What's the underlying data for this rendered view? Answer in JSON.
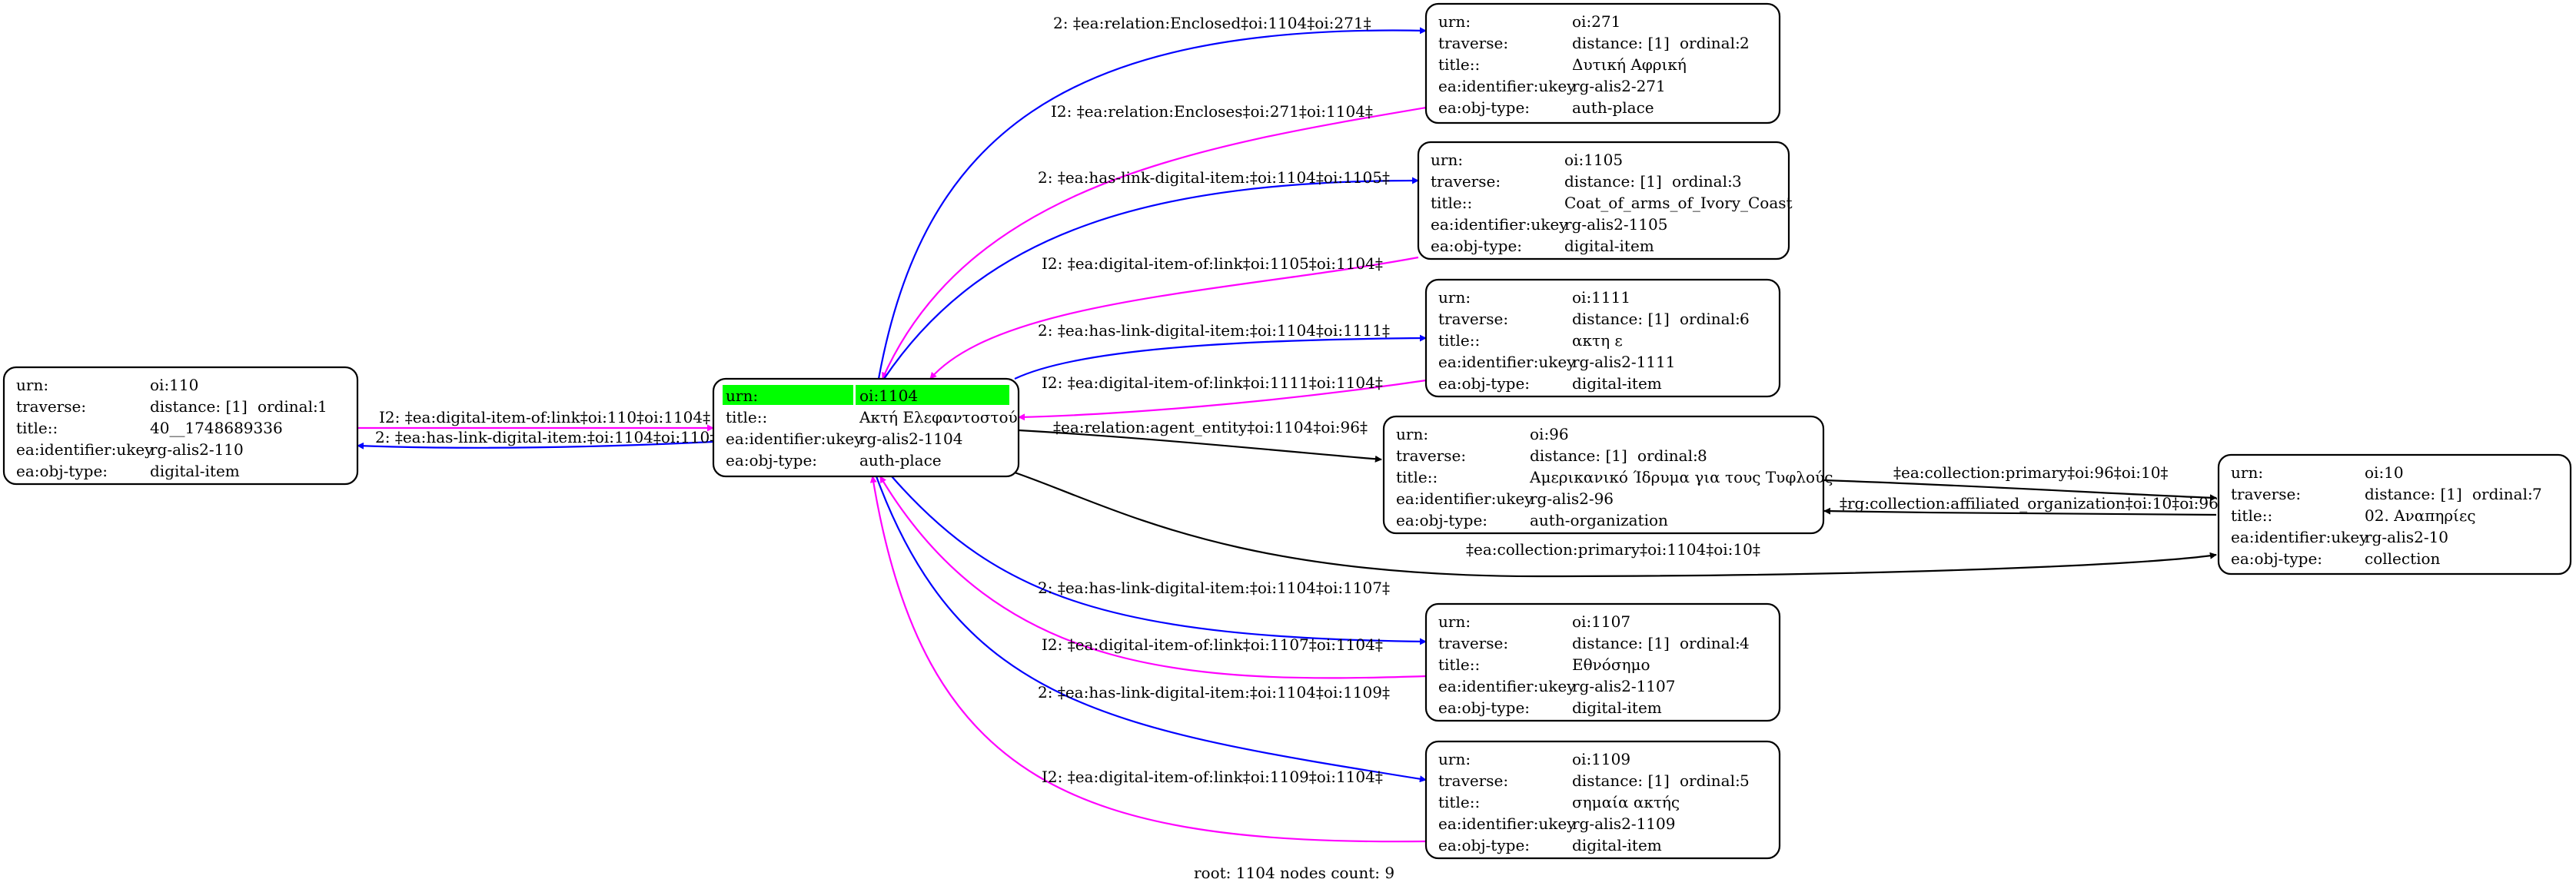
{
  "field_labels": {
    "urn": "urn:",
    "traverse": "traverse:",
    "title": "title::",
    "ukey": "ea:identifier:ukey",
    "objtype": "ea:obj-type:",
    "distance": "distance: [1]",
    "ordinal_prefix": "ordinal:"
  },
  "colors": {
    "forward_edge": "#0000ff",
    "inverse_edge": "#ff00ff",
    "relation_edge": "#000000",
    "root_highlight": "#00ff00"
  },
  "nodes": {
    "n110": {
      "urn": "oi:110",
      "ordinal": "1",
      "title": "40__1748689336",
      "ukey": "rg-alis2-110",
      "objtype": "digital-item"
    },
    "n1104": {
      "urn": "oi:1104",
      "title": "Ακτή Ελεφαντοστού",
      "ukey": "rg-alis2-1104",
      "objtype": "auth-place",
      "root": true
    },
    "n271": {
      "urn": "oi:271",
      "ordinal": "2",
      "title": "Δυτική Αφρική",
      "ukey": "rg-alis2-271",
      "objtype": "auth-place"
    },
    "n1105": {
      "urn": "oi:1105",
      "ordinal": "3",
      "title": "Coat_of_arms_of_Ivory_Coast",
      "ukey": "rg-alis2-1105",
      "objtype": "digital-item"
    },
    "n1111": {
      "urn": "oi:1111",
      "ordinal": "6",
      "title": "ακτη ε",
      "ukey": "rg-alis2-1111",
      "objtype": "digital-item"
    },
    "n96": {
      "urn": "oi:96",
      "ordinal": "8",
      "title": "Αμερικανικό Ίδρυμα για τους Τυφλούς",
      "ukey": "rg-alis2-96",
      "objtype": "auth-organization"
    },
    "n10": {
      "urn": "oi:10",
      "ordinal": "7",
      "title": "02. Αναπηρίες",
      "ukey": "rg-alis2-10",
      "objtype": "collection"
    },
    "n1107": {
      "urn": "oi:1107",
      "ordinal": "4",
      "title": "Εθνόσημο",
      "ukey": "rg-alis2-1107",
      "objtype": "digital-item"
    },
    "n1109": {
      "urn": "oi:1109",
      "ordinal": "5",
      "title": "σημαία ακτής",
      "ukey": "rg-alis2-1109",
      "objtype": "digital-item"
    }
  },
  "edges": [
    {
      "id": "e1",
      "from": "n110",
      "to": "n1104",
      "label": "I2: ‡ea:digital-item-of:link‡oi:110‡oi:1104‡",
      "kind": "inverse"
    },
    {
      "id": "e2",
      "from": "n1104",
      "to": "n110",
      "label": "2: ‡ea:has-link-digital-item:‡oi:1104‡oi:110‡",
      "kind": "forward"
    },
    {
      "id": "e3",
      "from": "n1104",
      "to": "n271",
      "label": "2: ‡ea:relation:Enclosed‡oi:1104‡oi:271‡",
      "kind": "forward"
    },
    {
      "id": "e4",
      "from": "n271",
      "to": "n1104",
      "label": "I2: ‡ea:relation:Encloses‡oi:271‡oi:1104‡",
      "kind": "inverse"
    },
    {
      "id": "e5",
      "from": "n1104",
      "to": "n1105",
      "label": "2: ‡ea:has-link-digital-item:‡oi:1104‡oi:1105‡",
      "kind": "forward"
    },
    {
      "id": "e6",
      "from": "n1105",
      "to": "n1104",
      "label": "I2: ‡ea:digital-item-of:link‡oi:1105‡oi:1104‡",
      "kind": "inverse"
    },
    {
      "id": "e7",
      "from": "n1104",
      "to": "n1111",
      "label": "2: ‡ea:has-link-digital-item:‡oi:1104‡oi:1111‡",
      "kind": "forward"
    },
    {
      "id": "e8",
      "from": "n1111",
      "to": "n1104",
      "label": "I2: ‡ea:digital-item-of:link‡oi:1111‡oi:1104‡",
      "kind": "inverse"
    },
    {
      "id": "e9",
      "from": "n1104",
      "to": "n96",
      "label": "‡ea:relation:agent_entity‡oi:1104‡oi:96‡",
      "kind": "relation"
    },
    {
      "id": "e10",
      "from": "n1104",
      "to": "n10",
      "label": "‡ea:collection:primary‡oi:1104‡oi:10‡",
      "kind": "relation"
    },
    {
      "id": "e11",
      "from": "n96",
      "to": "n10",
      "label": "‡ea:collection:primary‡oi:96‡oi:10‡",
      "kind": "relation"
    },
    {
      "id": "e12",
      "from": "n10",
      "to": "n96",
      "label": "‡rg:collection:affiliated_organization‡oi:10‡oi:96‡",
      "kind": "relation"
    },
    {
      "id": "e13",
      "from": "n1104",
      "to": "n1107",
      "label": "2: ‡ea:has-link-digital-item:‡oi:1104‡oi:1107‡",
      "kind": "forward"
    },
    {
      "id": "e14",
      "from": "n1107",
      "to": "n1104",
      "label": "I2: ‡ea:digital-item-of:link‡oi:1107‡oi:1104‡",
      "kind": "inverse"
    },
    {
      "id": "e15",
      "from": "n1104",
      "to": "n1109",
      "label": "2: ‡ea:has-link-digital-item:‡oi:1104‡oi:1109‡",
      "kind": "forward"
    },
    {
      "id": "e16",
      "from": "n1109",
      "to": "n1104",
      "label": "I2: ‡ea:digital-item-of:link‡oi:1109‡oi:1104‡",
      "kind": "inverse"
    }
  ],
  "footer": "root: 1104 nodes count: 9"
}
